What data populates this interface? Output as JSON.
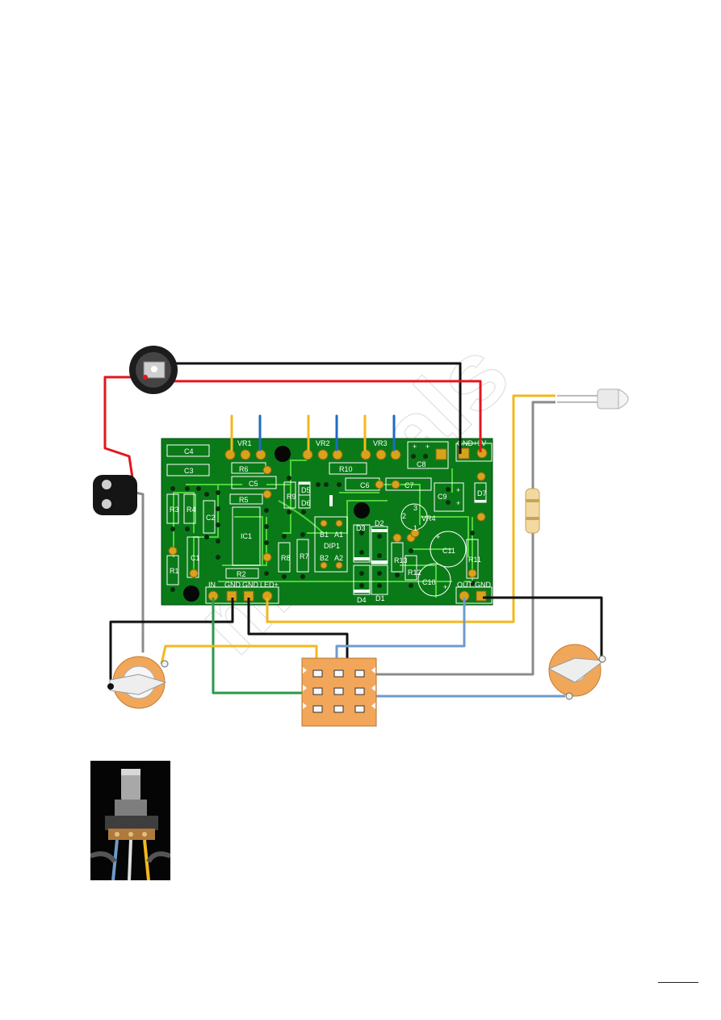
{
  "pcb": {
    "components": [
      "C4",
      "C3",
      "R6",
      "C5",
      "R5",
      "R3",
      "R4",
      "C2",
      "IC1",
      "C1",
      "R1",
      "R2",
      "R9",
      "D5",
      "D6",
      "R10",
      "C6",
      "C7",
      "C8",
      "C9",
      "D7",
      "R8",
      "R7",
      "B1",
      "A1",
      "DIP1",
      "B2",
      "A2",
      "D3",
      "D2",
      "R13",
      "R12",
      "VR4",
      "C11",
      "R11",
      "C10",
      "D4",
      "D1"
    ],
    "vr_labels": [
      "VR1",
      "VR2",
      "VR3"
    ],
    "vr4_pins": [
      "3",
      "2",
      "1"
    ],
    "pad_labels": {
      "in": "IN",
      "gnd1": "GND",
      "gnd2": "GND",
      "led": "LED+",
      "out": "OUT",
      "gnd3": "GND",
      "gnd_pwr": "GND",
      "plus9v": "+9V"
    },
    "c8_marks": [
      "+",
      "+"
    ],
    "c9_marks": [
      "+",
      "+"
    ],
    "cap_plus": "+"
  },
  "colors": {
    "board": "#0a7a18",
    "trace": "#4fd23c",
    "pad": "#d8a21c",
    "wire_black": "#111111",
    "wire_red": "#e2161e",
    "wire_yellow": "#f3b81c",
    "wire_blue": "#6d9ccb",
    "wire_dblue": "#1f6bc2",
    "wire_gray": "#8b8b8b",
    "wire_green": "#2a9a48",
    "jack": "#f1a75a",
    "switch": "#f2a65a"
  },
  "icons": [
    "dc-jack-icon",
    "battery-clip-icon",
    "led-icon",
    "resistor-icon",
    "input-jack-icon",
    "output-jack-icon",
    "footswitch-icon",
    "potentiometer-photo"
  ]
}
